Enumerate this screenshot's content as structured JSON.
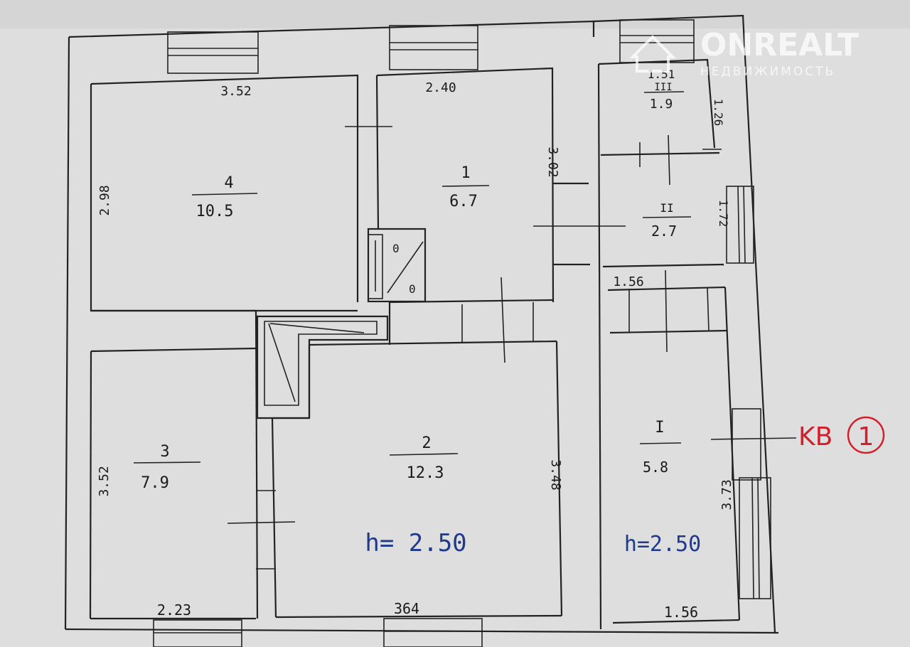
{
  "watermark": {
    "brand": "ONREALT",
    "tagline": "НЕДВИЖИМОСТЬ"
  },
  "rooms": [
    {
      "number": "4",
      "area": "10.5"
    },
    {
      "number": "1",
      "area": "6.7"
    },
    {
      "number": "3",
      "area": "7.9"
    },
    {
      "number": "2",
      "area": "12.3"
    },
    {
      "number": "III",
      "area": "1.9"
    },
    {
      "number": "II",
      "area": "2.7"
    },
    {
      "number": "I",
      "area": "5.8"
    }
  ],
  "dimensions": {
    "top_left": "3.52",
    "top_mid": "2.40",
    "top_right": "1.51",
    "left_upper": "2.98",
    "mid_upper": "3.02",
    "right_top": "1.26",
    "right_mid": "1.72",
    "right_hall": "1.56",
    "left_lower": "3.52",
    "mid_lower": "3.48",
    "right_lower": "3.73",
    "bottom_left": "2.23",
    "bottom_mid": "364",
    "bottom_right": "1.56"
  },
  "heights": {
    "main": "h= 2.50",
    "annex": "h=2.50"
  },
  "apartment_label": {
    "prefix": "KB",
    "number": "1"
  }
}
